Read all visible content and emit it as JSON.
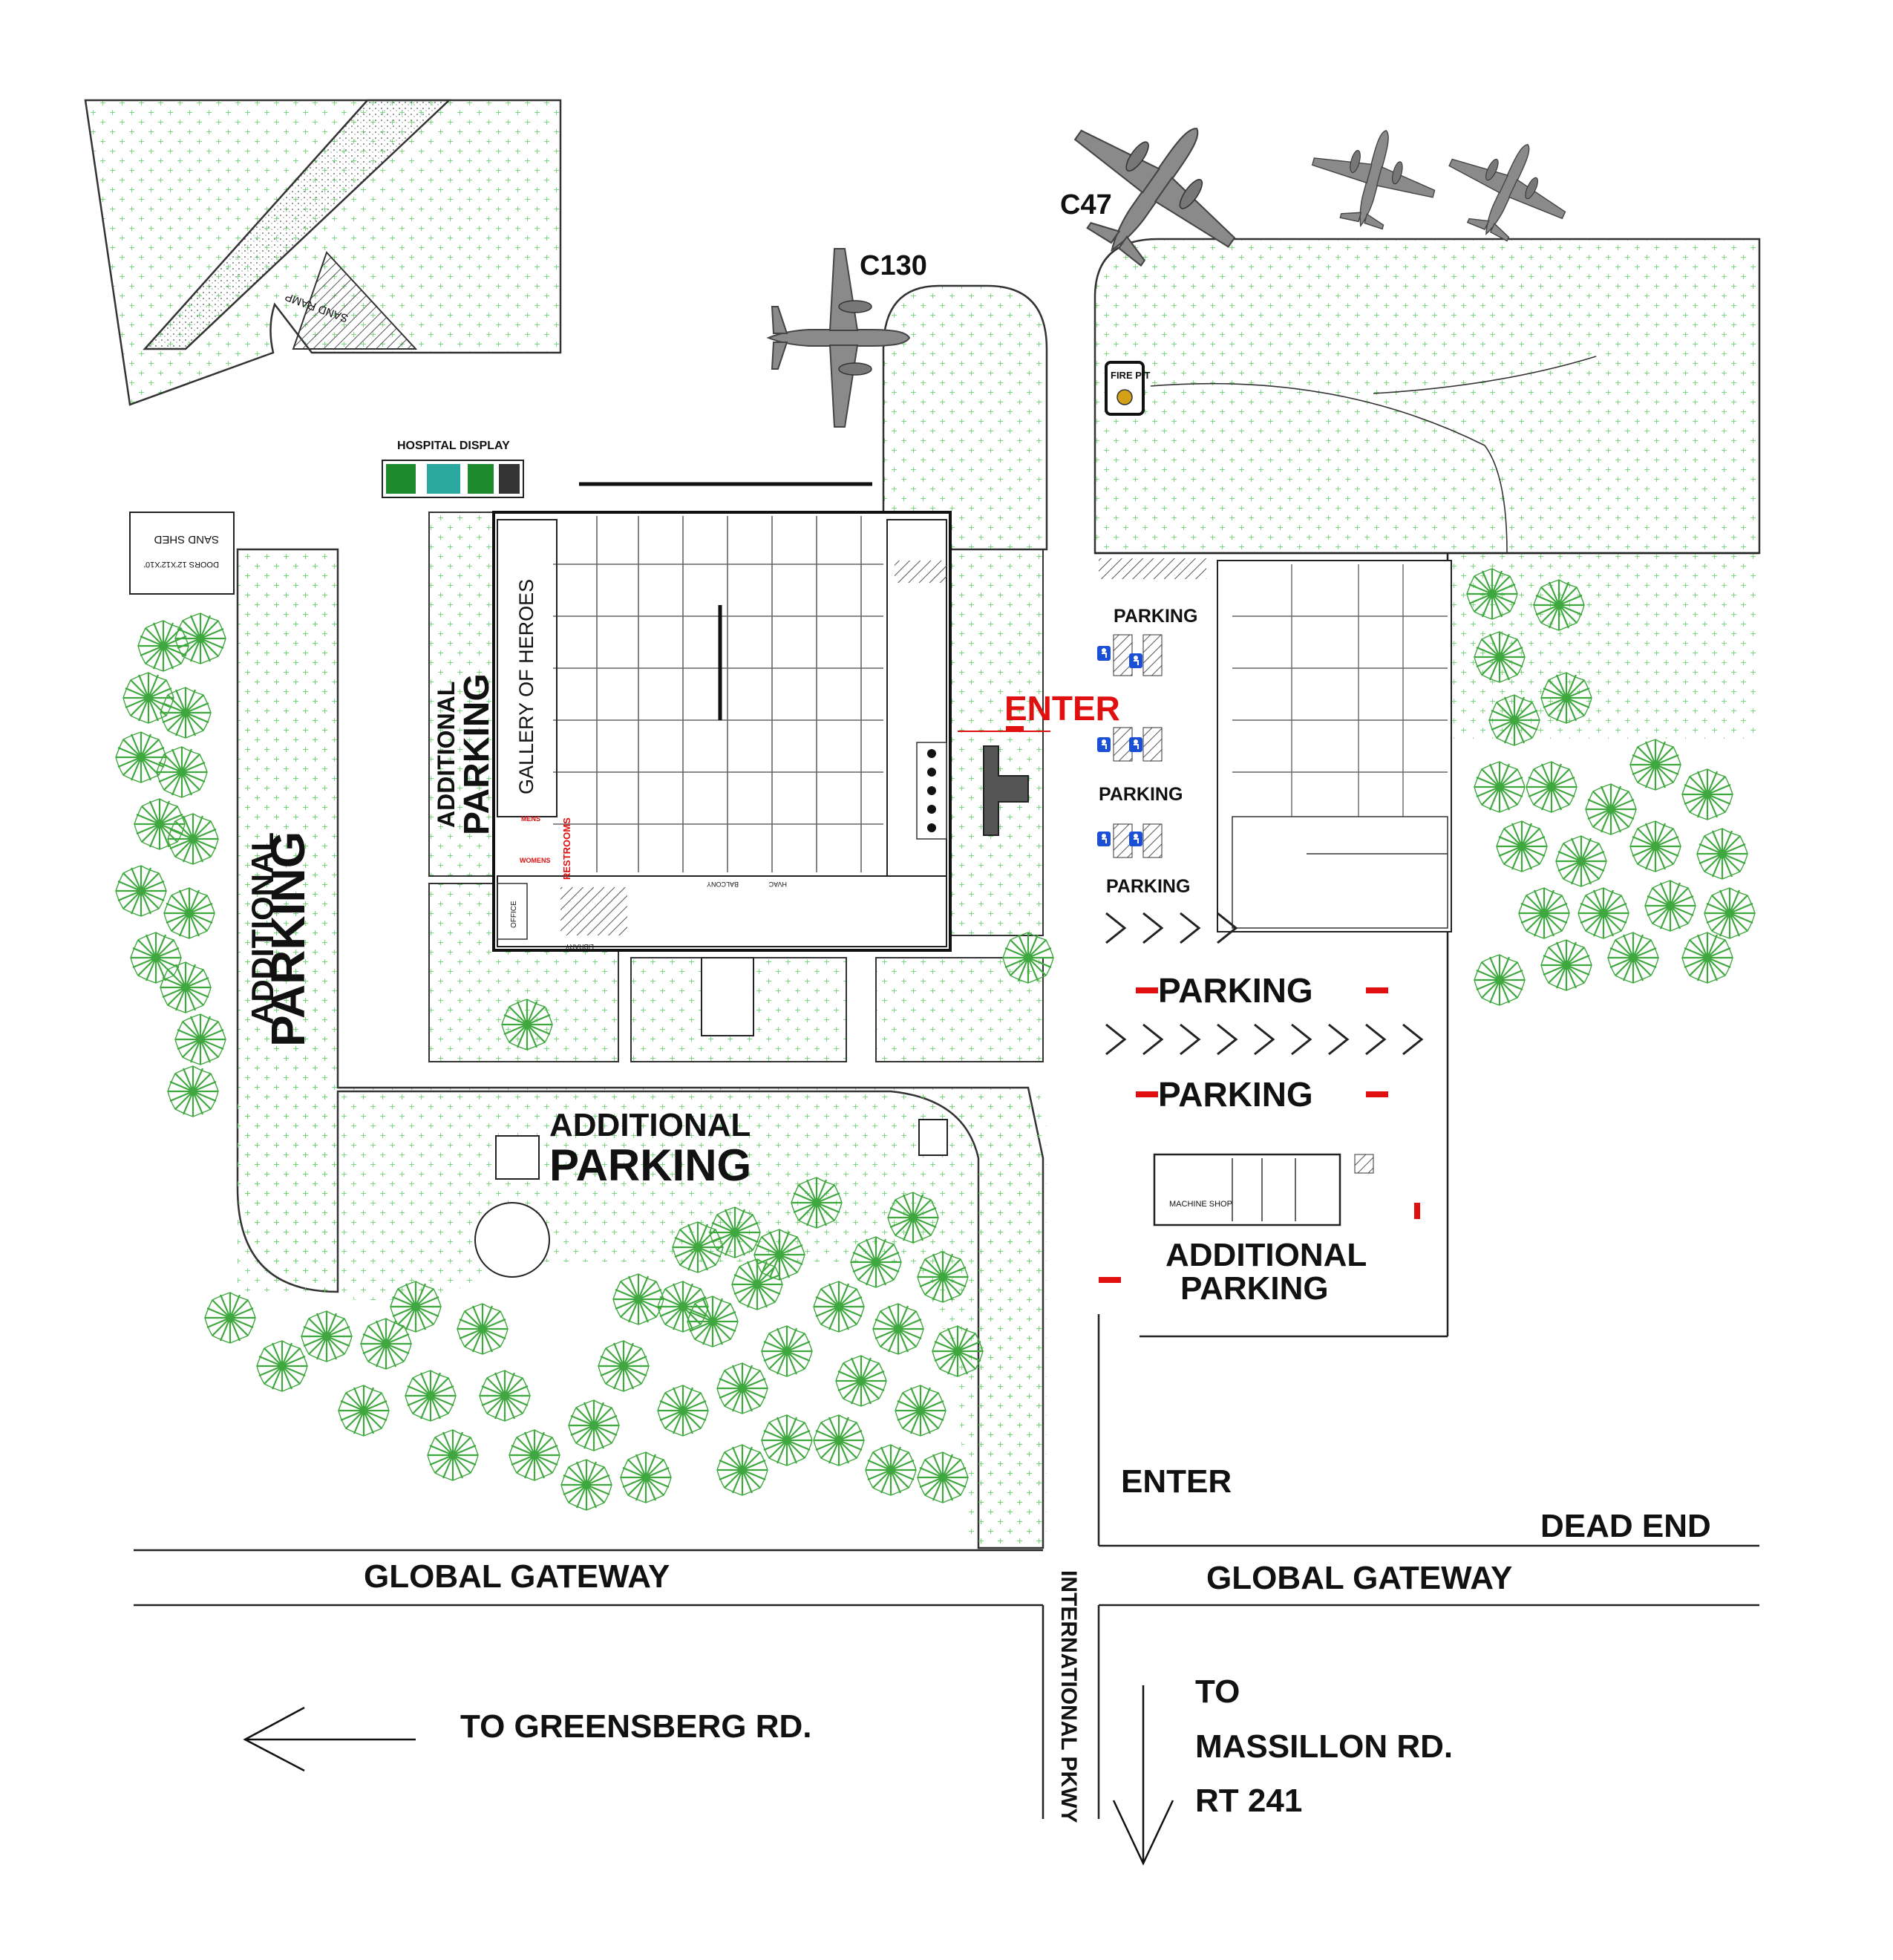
{
  "labels": {
    "c130": "C130",
    "c47": "C47",
    "sand_ramp": "SAND RAMP",
    "hospital_display": "HOSPITAL DISPLAY",
    "sand_shed": "SAND SHED",
    "sand_shed_doors": "DOORS 12'X12'X10'",
    "fire_pit": "FIRE PIT",
    "gallery_of_heroes": "GALLERY OF HEROES",
    "restrooms": "RESTROOMS",
    "mens": "MENS",
    "womens": "WOMENS",
    "office": "OFFICE",
    "library": "LIBRARY",
    "balcony": "BALCONY",
    "hvac": "HVAC",
    "machine_shop": "MACHINE SHOP",
    "enter_red": "ENTER",
    "enter_bottom": "ENTER",
    "dead_end": "DEAD END",
    "global_gateway_left": "GLOBAL GATEWAY",
    "global_gateway_right": "GLOBAL GATEWAY",
    "international_pkwy": "INTERNATIONAL PKWY",
    "to_greensberg": "TO GREENSBERG RD.",
    "to": "TO",
    "massillon": "MASSILLON RD.",
    "rt241": "RT 241",
    "additional": "ADDITIONAL",
    "parking": "PARKING",
    "additional_parking_inline": "ADDITIONAL PARKING"
  },
  "colors": {
    "grass_dot": "#6fd36f",
    "tree": "#3ea83e",
    "accent_red": "#e01010",
    "line": "#222222",
    "aircraft": "#8a8a8a"
  },
  "icons": [
    "aircraft-icon",
    "tree-icon",
    "fire-pit-icon",
    "handicap-parking-icon",
    "arrow-left-icon",
    "arrow-down-icon"
  ]
}
